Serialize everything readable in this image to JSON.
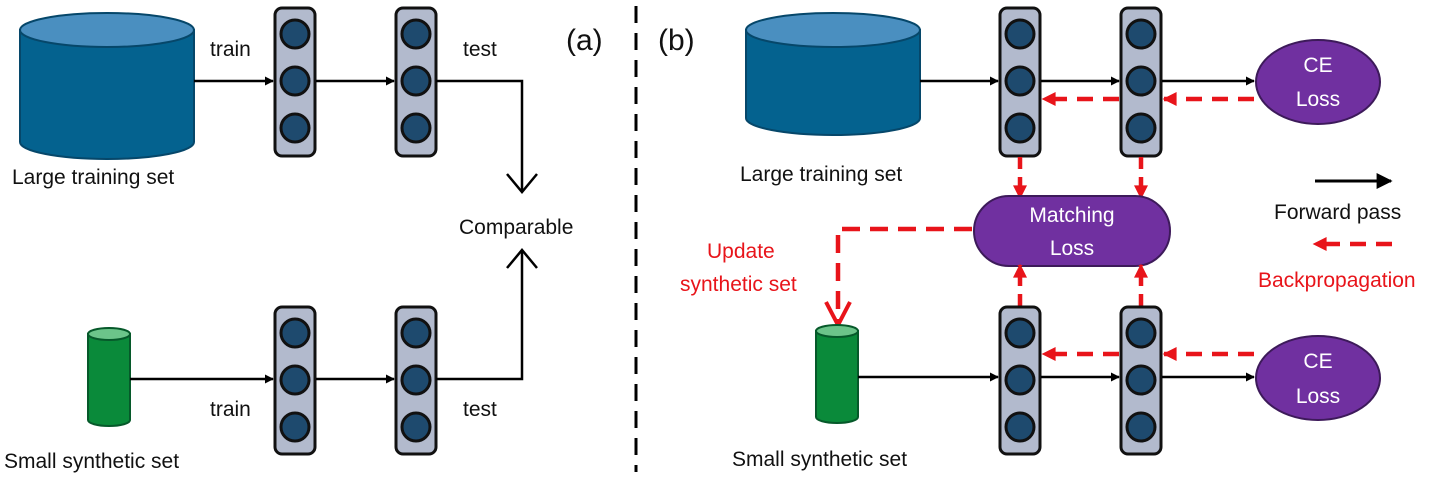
{
  "panel_a": {
    "tag": "(a)",
    "large_set_label": "Large training set",
    "small_set_label": "Small synthetic set",
    "train_label_top": "train",
    "test_label_top": "test",
    "train_label_bottom": "train",
    "test_label_bottom": "test",
    "comparable_label": "Comparable"
  },
  "panel_b": {
    "tag": "(b)",
    "large_set_label": "Large training set",
    "small_set_label": "Small synthetic set",
    "ce_loss_top": [
      "CE",
      "Loss"
    ],
    "ce_loss_bottom": [
      "CE",
      "Loss"
    ],
    "matching_loss": [
      "Matching",
      "Loss"
    ],
    "update_label": [
      "Update",
      "synthetic set"
    ]
  },
  "legend": {
    "forward_label": "Forward pass",
    "backprop_label": "Backpropagation"
  },
  "colors": {
    "large_set": "#04628f",
    "small_set": "#0a8a3a",
    "network_frame": "#b2bacd",
    "neuron": "#1e4a6e",
    "loss": "#7030a0",
    "backprop": "#e8141a",
    "forward": "#000000"
  }
}
